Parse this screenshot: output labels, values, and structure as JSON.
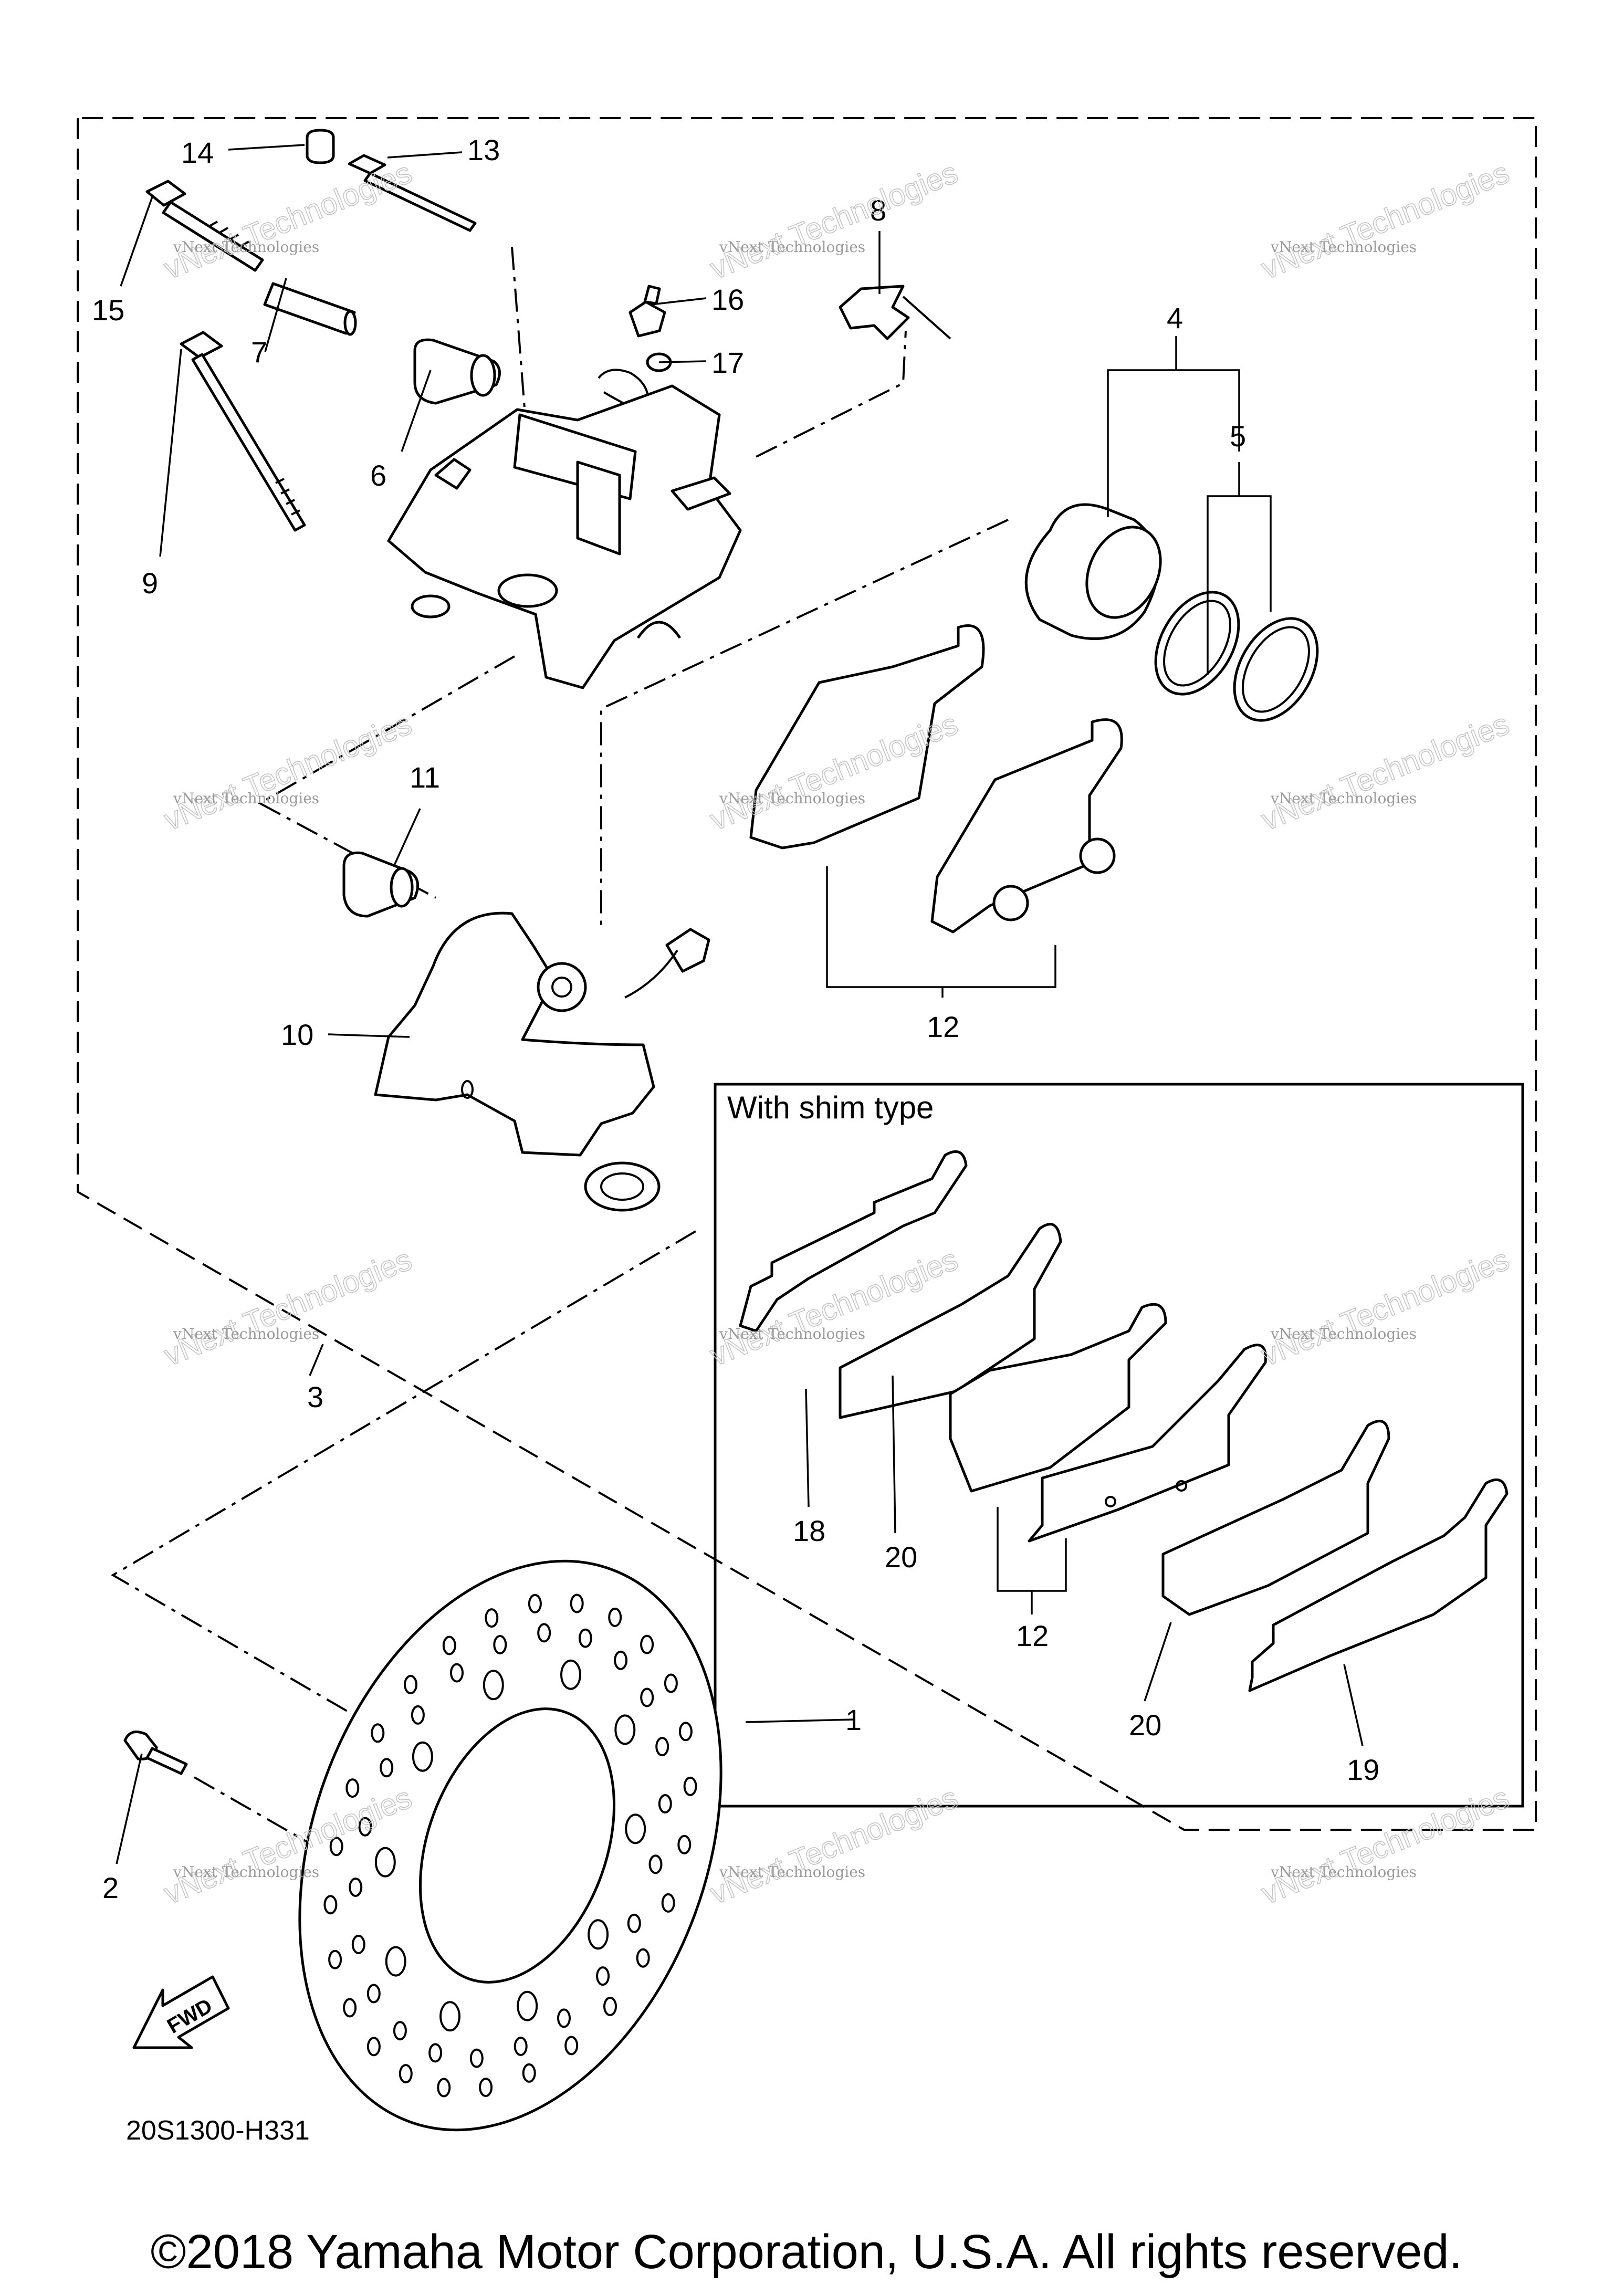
{
  "callouts": {
    "c1": "1",
    "c2": "2",
    "c3": "3",
    "c4": "4",
    "c5": "5",
    "c6": "6",
    "c7": "7",
    "c8": "8",
    "c9": "9",
    "c10": "10",
    "c11": "11",
    "c12a": "12",
    "c12b": "12",
    "c13": "13",
    "c14": "14",
    "c15": "15",
    "c16": "16",
    "c17": "17",
    "c18": "18",
    "c19": "19",
    "c20a": "20",
    "c20b": "20"
  },
  "inset": {
    "title": "With shim type"
  },
  "fwd_label": "FWD",
  "drawing_code": "20S1300-H331",
  "copyright": "©2018 Yamaha Motor Corporation, U.S.A. All rights reserved.",
  "watermark": {
    "line_small": "vNext Technologies",
    "line_big": "vNext Technologies"
  }
}
